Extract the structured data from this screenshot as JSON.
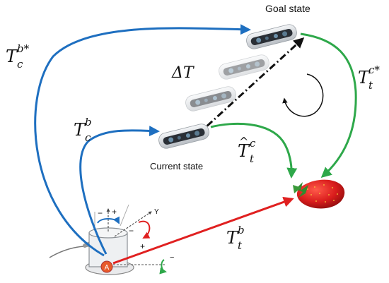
{
  "labels": {
    "goal_state": "Goal state",
    "current_state": "Current state"
  },
  "transforms": {
    "T_c_b_star": {
      "main": "T",
      "sup": "b*",
      "sub": "c"
    },
    "T_c_b": {
      "main": "T",
      "sup": "b",
      "sub": "c"
    },
    "delta_T": {
      "main": "ΔT"
    },
    "T_t_c_star": {
      "main": "T",
      "sup": "c*",
      "sub": "t"
    },
    "T_hat_t_c": {
      "main": "T",
      "hat": "^",
      "sup": "c",
      "sub": "t"
    },
    "T_t_b": {
      "main": "T",
      "sup": "b",
      "sub": "t"
    }
  },
  "robot": {
    "base_label": "A",
    "axis_y": "Y",
    "minus": "−",
    "plus": "+"
  },
  "colors": {
    "blue_arrow": "#1e6fc0",
    "green_arrow": "#2ea84a",
    "red_arrow": "#e02020",
    "trajectory": "#111111",
    "camera_body": "#dfe2e6",
    "camera_face": "#2a2f36",
    "strawberry": "#d91c1c",
    "leaves": "#2e8b2e"
  },
  "icons": {
    "camera": "depth-camera-icon",
    "strawberry": "strawberry-icon",
    "rotation": "rotation-arrow-icon",
    "robot_base": "robot-base-icon"
  }
}
